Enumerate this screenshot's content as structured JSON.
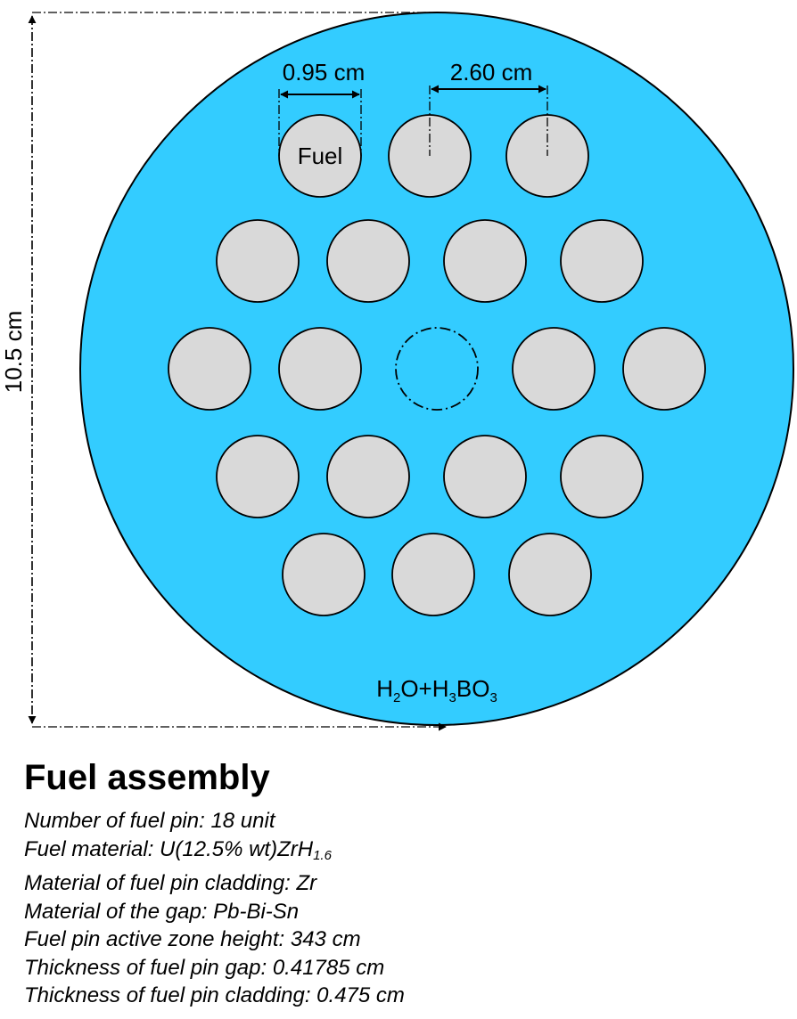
{
  "diagram": {
    "dimensions": {
      "assembly_height": "10.5 cm",
      "pin_diameter": "0.95 cm",
      "pin_pitch": "2.60 cm"
    },
    "pin_label": "Fuel",
    "coolant": {
      "parts": [
        "H",
        "2",
        "O+H",
        "3",
        "BO",
        "3"
      ]
    },
    "colors": {
      "coolant": "#33ccff",
      "fuel_pin": "#d9d9d9",
      "outline": "#000000"
    }
  },
  "info": {
    "title": "Fuel assembly",
    "number_of_pins": "Number of fuel pin: 18 unit",
    "fuel_material": {
      "prefix": "Fuel material: U(12.5% wt)ZrH",
      "sub": "1.6"
    },
    "cladding_material": "Material of fuel pin cladding: Zr",
    "gap_material": "Material of the gap: Pb-Bi-Sn",
    "active_height": "Fuel pin active zone height: 343 cm",
    "gap_thickness": "Thickness of fuel pin gap: 0.41785 cm",
    "cladding_thickness": "Thickness of fuel pin cladding: 0.475 cm"
  }
}
